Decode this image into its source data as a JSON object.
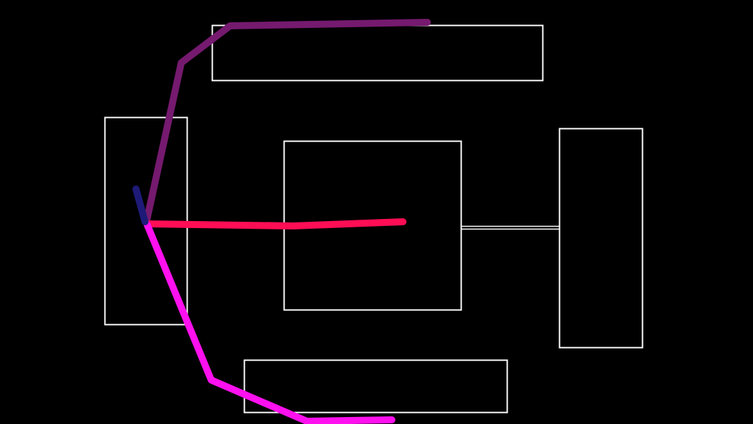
{
  "scene": {
    "background": "#000000",
    "box_outline_color": "#FFFFFF",
    "connector_color": "#FFFFFF",
    "boxes": [
      {
        "id": "top-wide-box"
      },
      {
        "id": "left-tall-box"
      },
      {
        "id": "center-box"
      },
      {
        "id": "right-tall-box"
      },
      {
        "id": "bottom-wide-box"
      }
    ],
    "paths": [
      {
        "id": "purple-path",
        "color": "#751A6F"
      },
      {
        "id": "navy-path",
        "color": "#1E1A78"
      },
      {
        "id": "red-path",
        "color": "#FF0D55"
      },
      {
        "id": "magenta-path",
        "color": "#FF10EE"
      }
    ]
  }
}
